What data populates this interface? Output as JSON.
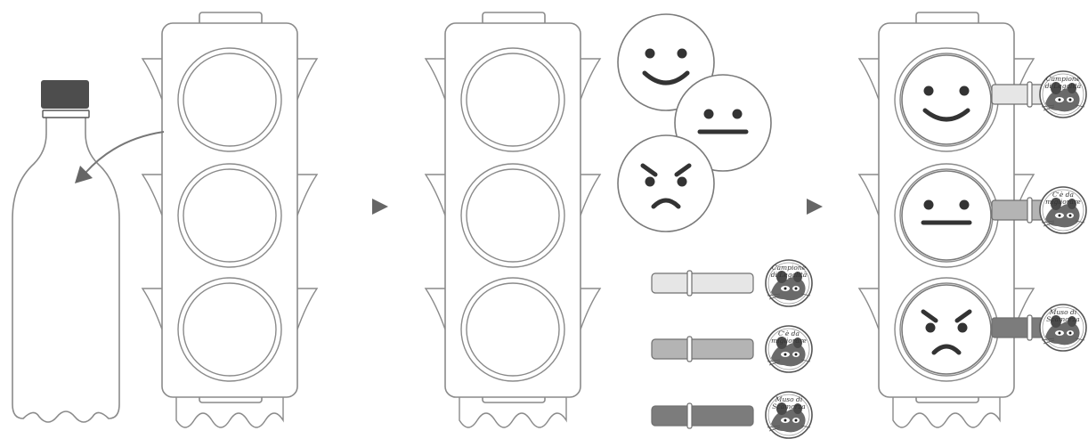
{
  "badges": {
    "green": {
      "line1": "Campione",
      "line2": "di Legalità"
    },
    "yellow": {
      "line1": "C'è da",
      "line2": "migliorare"
    },
    "red": {
      "line1": "Muso di",
      "line2": "Scamorza"
    }
  },
  "colors": {
    "outline": "#8a8a8a",
    "cap": "#4d4d4d",
    "strip_light": "#e6e6e6",
    "strip_mid": "#b4b4b4",
    "strip_dark": "#7c7c7c",
    "face_feature": "#333333",
    "arrow": "#666666"
  },
  "icons": [
    "bottle-icon",
    "traffic-light-icon",
    "happy-face-icon",
    "neutral-face-icon",
    "angry-face-icon",
    "step-arrow-icon",
    "mouse-badge-icon"
  ]
}
